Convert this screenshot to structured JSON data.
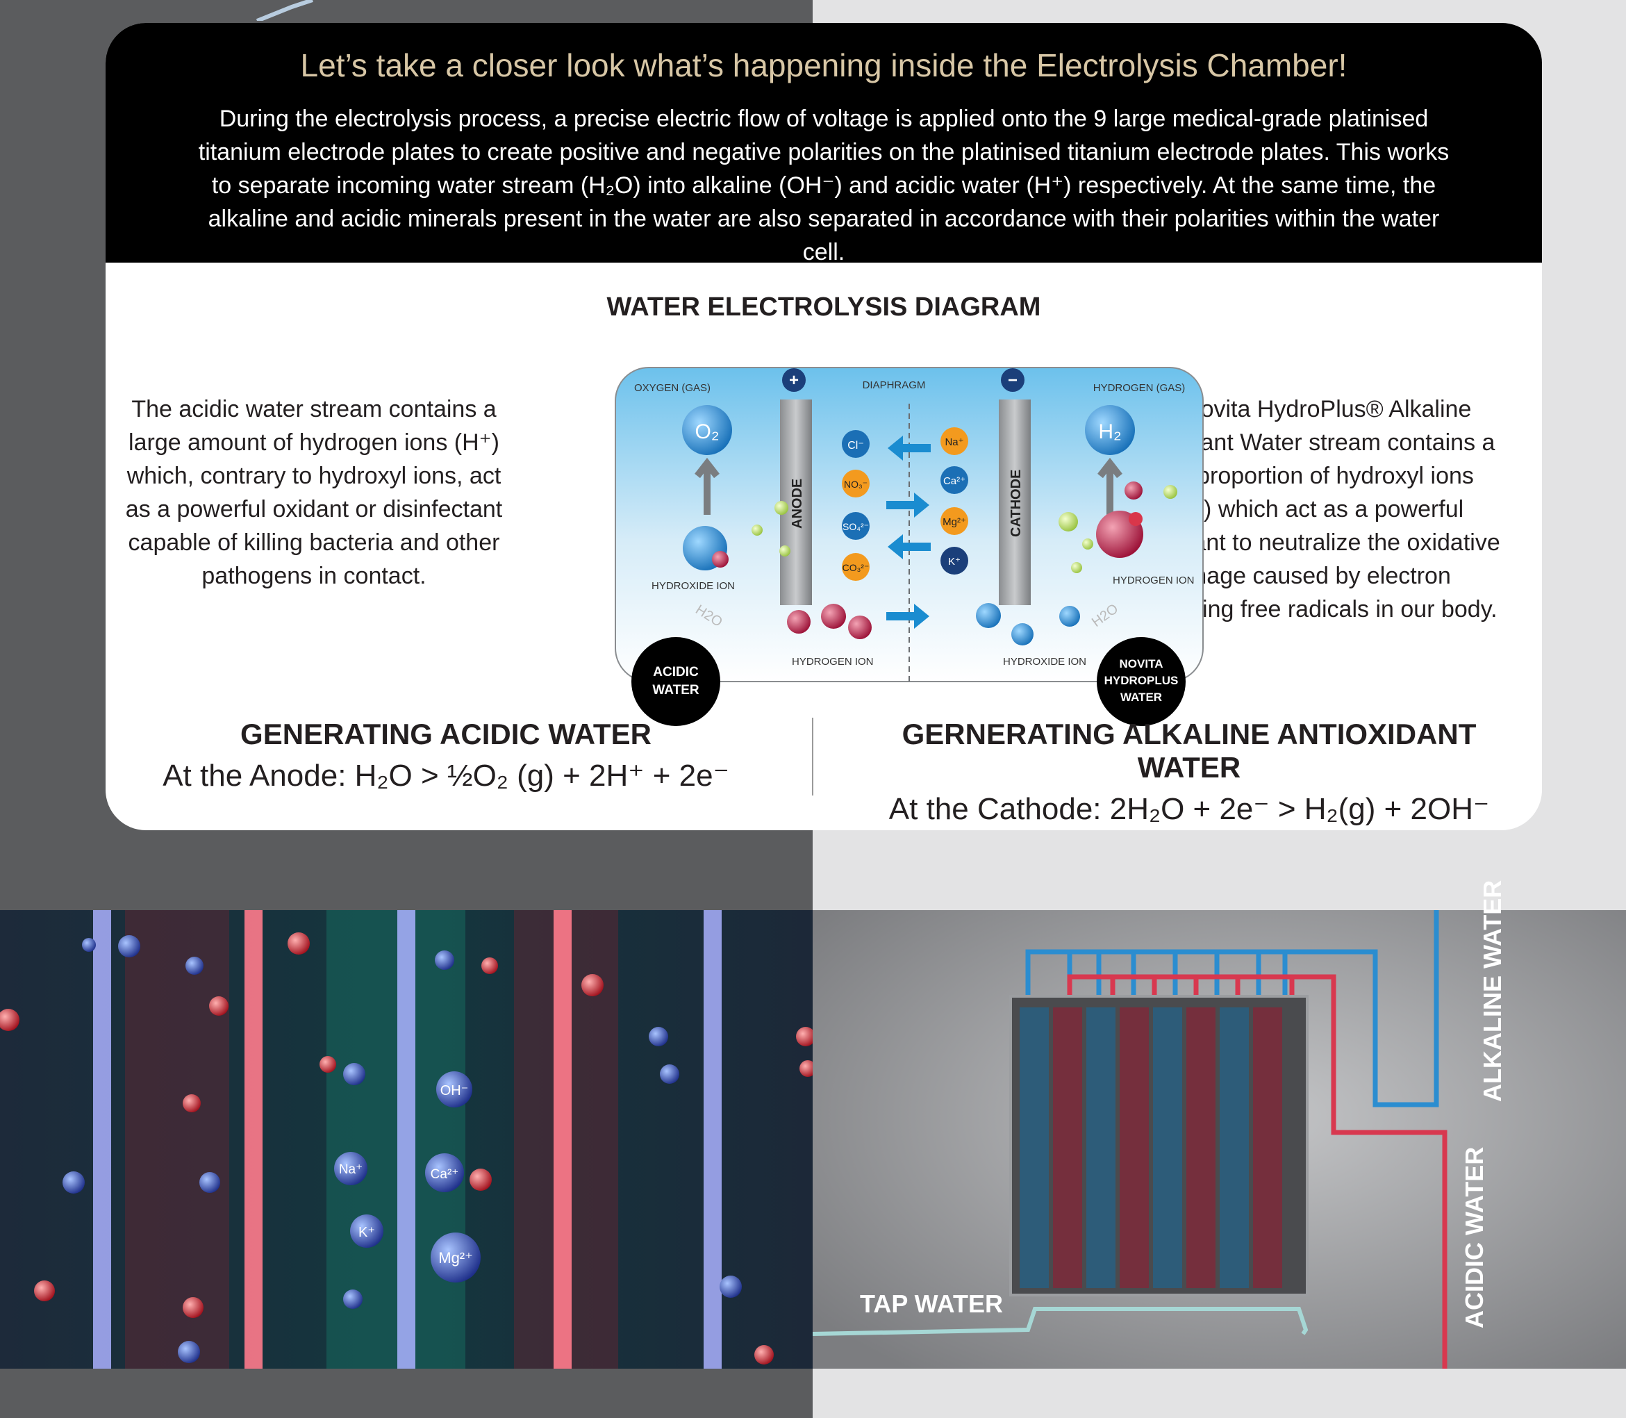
{
  "header": {
    "title": "Let’s take a closer look what’s happening inside the Electrolysis Chamber!",
    "body": "During the electrolysis process, a precise electric flow of voltage is applied onto the 9 large medical-grade platinised titanium electrode plates to create positive and negative polarities on the platinised titanium electrode plates. This works to separate incoming water stream (H₂O) into alkaline (OH⁻) and acidic water (H⁺) respectively. At the same time, the alkaline and acidic minerals present in the water are also separated in accordance with their polarities within the water cell."
  },
  "diagram": {
    "title": "WATER ELECTROLYSIS DIAGRAM",
    "left_text": "The acidic water stream contains a large amount of hydrogen ions (H⁺) which, contrary to hydroxyl ions, act as a powerful oxidant or disinfectant capable of killing bacteria and other pathogens in contact.",
    "right_text": "The novita HydroPlus® Alkaline Antioxidant Water stream contains a large proportion of hydroxyl ions (OH⁻) which act as a powerful antioxidant to neutralize the oxidative damage caused by electron scavenging free radicals in our body.",
    "labels": {
      "oxygen_gas": "OXYGEN (GAS)",
      "diaphragm": "DIAPHRAGM",
      "hydrogen_gas": "HYDROGEN (GAS)",
      "anode": "ANODE",
      "cathode": "CATHODE",
      "hydroxide_ion_left": "HYDROXIDE ION",
      "hydrogen_ion_right": "HYDROGEN ION",
      "hydrogen_ion_bottom": "HYDROGEN ION",
      "hydroxide_ion_bottom": "HYDROXIDE ION",
      "acidic_water_1": "ACIDIC",
      "acidic_water_2": "WATER",
      "novita_1": "NOVITA",
      "novita_2": "HYDROPLUS",
      "novita_3": "WATER",
      "h2o_left": "H2O",
      "h2o_right": "H2O",
      "o2": "O₂",
      "h2": "H₂",
      "plus": "+",
      "minus": "−"
    },
    "ions_left": [
      "Cl⁻",
      "NO₃⁻",
      "SO₄²⁻",
      "CO₃²⁻"
    ],
    "ions_right": [
      "Na⁺",
      "Ca²⁺",
      "Mg²⁺",
      "K⁺"
    ]
  },
  "generation": {
    "acidic_title": "GENERATING ACIDIC WATER",
    "acidic_formula": "At the Anode: H₂O  >  ½O₂ (g) + 2H⁺ + 2e⁻",
    "alkaline_title": "GERNERATING ALKALINE ANTIOXIDANT WATER",
    "alkaline_formula": "At the Cathode: 2H₂O + 2e⁻  >  H₂(g) + 2OH⁻"
  },
  "molecule_labels": {
    "oh": "OH⁻",
    "na": "Na⁺",
    "ca": "Ca²⁺",
    "k": "K⁺",
    "mg": "Mg²⁺"
  },
  "flow_labels": {
    "alkaline_water": "ALKALINE WATER",
    "acidic_water": "ACIDIC WATER",
    "tap_water": "TAP WATER"
  },
  "colors": {
    "blue_ion": "#1b6fb5",
    "orange_ion": "#f39a1e",
    "acid_red": "#d9364a",
    "alkaline_blue": "#3aa6dd",
    "header_gold": "#d8c7a6"
  }
}
